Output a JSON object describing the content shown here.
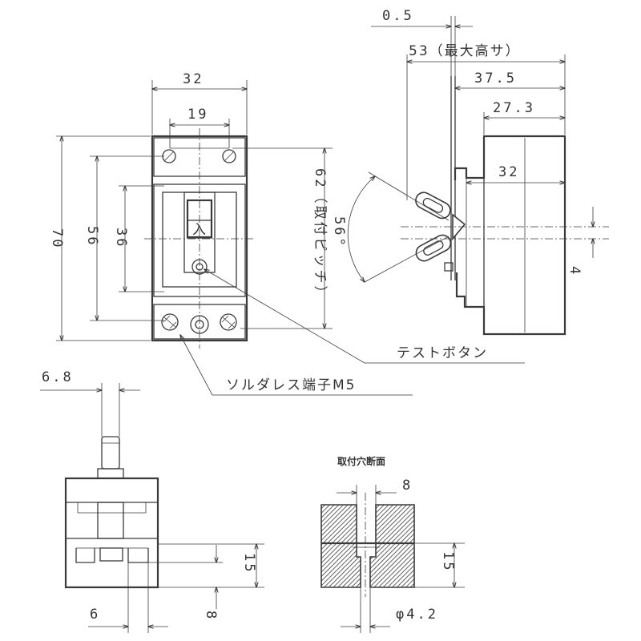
{
  "dims": {
    "d_0_5": "0.5",
    "d_53_max": "53（最大高サ）",
    "d_37_5": "37.5",
    "d_27_3": "27.3",
    "d_32_side": "32",
    "d_32_top": "32",
    "d_19": "19",
    "d_70": "70",
    "d_56": "56",
    "d_36": "36",
    "d_62_pitch": "62（取付ピッチ）",
    "d_56_deg": "56°",
    "d_4": "4",
    "d_6_8": "6.8",
    "d_6": "6",
    "d_15_bottom": "15",
    "d_8_bottom": "8",
    "d_8_hole": "8",
    "d_15_hole": "15",
    "d_phi_4_2": "φ4.2"
  },
  "labels": {
    "test_button": "テストボタン",
    "solderless_terminal": "ソルダレス端子M5",
    "mounting_hole_section": "取付穴断面",
    "toggle_mark": "入"
  }
}
